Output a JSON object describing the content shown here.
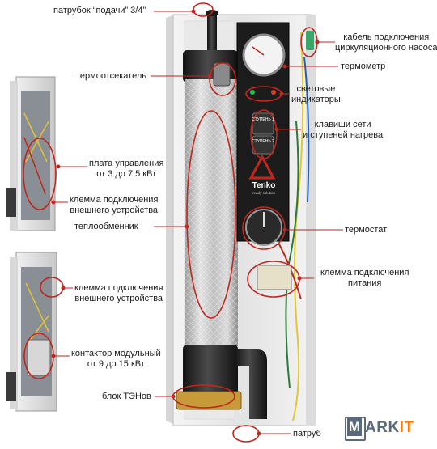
{
  "labels": {
    "supply_pipe": "патрубок “подачи” 3/4”",
    "pump_cable": [
      "кабель подключения",
      "циркуляционного насоса"
    ],
    "thermometer": "термометр",
    "thermal_cutoff": "термоотсекатель",
    "indicators": [
      "световые",
      "индикаторы"
    ],
    "switches": [
      "клавиши сети",
      "и  ступеней нагрева"
    ],
    "control_board": [
      "плата управления",
      "от 3 до 7,5 кВт"
    ],
    "external_terminal_1": [
      "клемма подключения",
      "внешнего устройства"
    ],
    "heat_exchanger": "теплообменник",
    "thermostat": "термостат",
    "power_terminal": [
      "клемма подключения",
      "питания"
    ],
    "external_terminal_2": [
      "клемма подключения",
      "внешнего устройства"
    ],
    "contactor": [
      "контактор модульный",
      "от 9 до 15 кВт"
    ],
    "heater_block": "блок ТЭНов",
    "return_pipe": "патруб"
  },
  "device": {
    "brand": "Tenko",
    "brand_tagline": "ready solution",
    "switch_1": "СТУПЕНЬ 1",
    "switch_2": "СТУПЕНЬ 2"
  },
  "watermark": {
    "part1": "ARK",
    "part2": "IT",
    "mark": "M"
  },
  "colors": {
    "callout": "#c0271d",
    "panel": "#1c1c1c",
    "body": "#ebebeb",
    "insulation": "#c9c9c9",
    "pipe": "#2b2b2b"
  }
}
